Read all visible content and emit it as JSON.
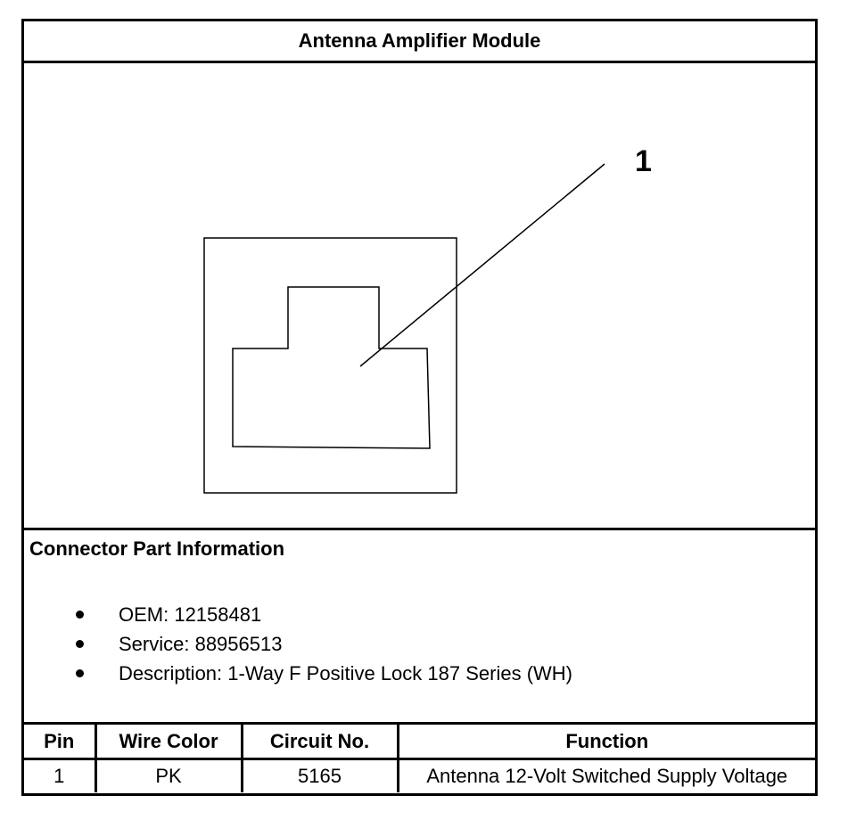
{
  "title": "Antenna Amplifier Module",
  "diagram": {
    "callout_label": "1"
  },
  "connector_info": {
    "heading": "Connector Part Information",
    "items": [
      "OEM: 12158481",
      "Service: 88956513",
      "Description: 1-Way F Positive Lock 187 Series (WH)"
    ]
  },
  "pin_table": {
    "headers": [
      "Pin",
      "Wire Color",
      "Circuit No.",
      "Function"
    ],
    "rows": [
      [
        "1",
        "PK",
        "5165",
        "Antenna 12-Volt Switched Supply Voltage"
      ]
    ]
  }
}
